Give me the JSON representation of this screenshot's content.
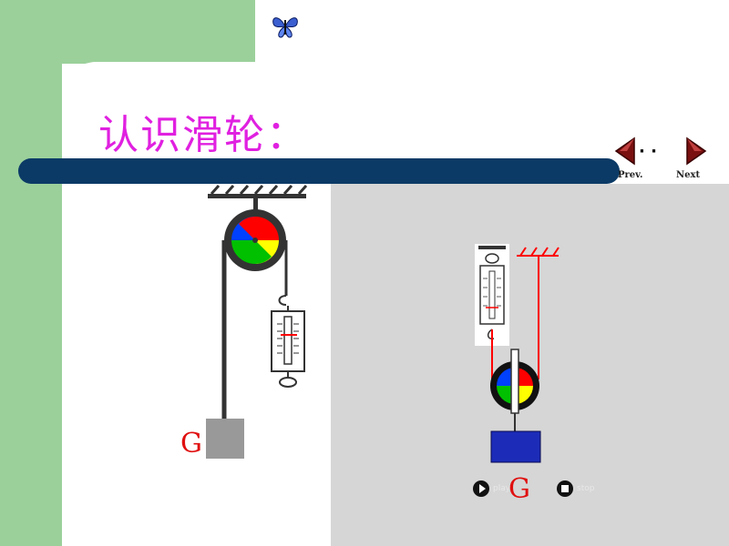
{
  "slide": {
    "title": "认识滑轮：",
    "colors": {
      "title": "#e020e0",
      "bar": "#0b3a66",
      "green_frame": "#9bd09b",
      "panel": "#d6d6d6",
      "rope_right": "#ff0000",
      "weight_left": "#999999",
      "weight_right": "#1c2cb8"
    }
  },
  "nav": {
    "prev_label": "Prev.",
    "next_label": "Next",
    "dots": "·  ·"
  },
  "icons": {
    "logo": "butterfly-icon",
    "prev": "triangle-left-icon",
    "next": "triangle-right-icon",
    "play": "play-icon",
    "stop": "stop-icon"
  },
  "left_diagram": {
    "weight_label": "G",
    "pulley": "fixed pulley (定滑轮)"
  },
  "right_diagram": {
    "weight_label": "G",
    "pulley": "movable pulley (动滑轮)",
    "play_label": "play",
    "stop_label": "stop"
  }
}
